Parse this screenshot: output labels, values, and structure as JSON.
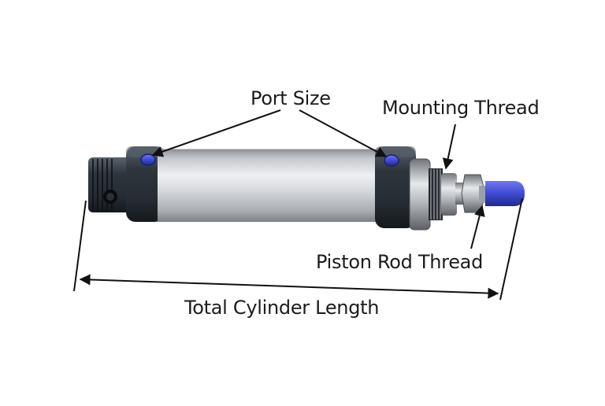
{
  "labels": {
    "port_size": "Port Size",
    "mounting_thread": "Mounting Thread",
    "piston_rod_thread": "Piston Rod Thread",
    "total_cylinder_length": "Total Cylinder Length"
  },
  "colors": {
    "annotation_line": "#111111",
    "text": "#1c1c1c",
    "port_plug": "#3a3acc",
    "rod_cap": "#3f4ad0",
    "end_cap": "#2f3640",
    "barrel": "#c9ccd0"
  }
}
